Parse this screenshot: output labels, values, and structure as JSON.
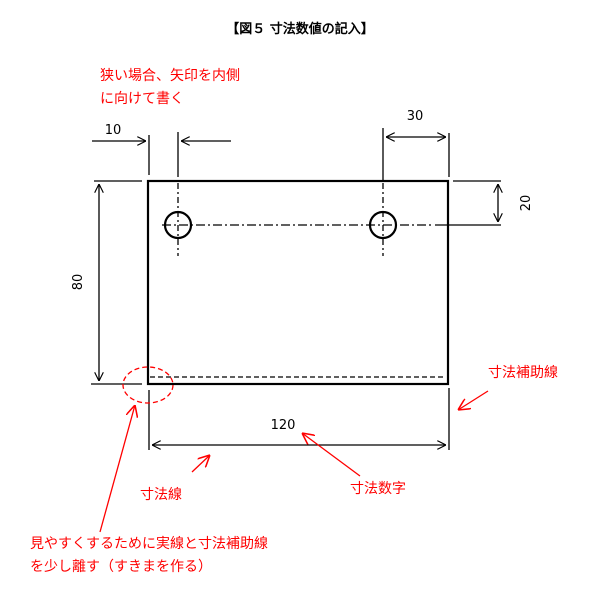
{
  "title": "【図５ 寸法数値の記入】",
  "notes": {
    "narrow_line1": "狭い場合、矢印を内側",
    "narrow_line2": "に向けて書く",
    "extension_line": "寸法補助線",
    "dimension_number": "寸法数字",
    "dimension_line": "寸法線",
    "gap_line1": "見やすくするために実線と寸法補助線",
    "gap_line2": "を少し離す（すきまを作る）"
  },
  "dimensions": {
    "hole_offset": "10",
    "right_hole_offset": "30",
    "hole_height": "20",
    "height": "80",
    "width": "120"
  },
  "colors": {
    "annotation": "#ff0000",
    "drawing": "#000000"
  }
}
